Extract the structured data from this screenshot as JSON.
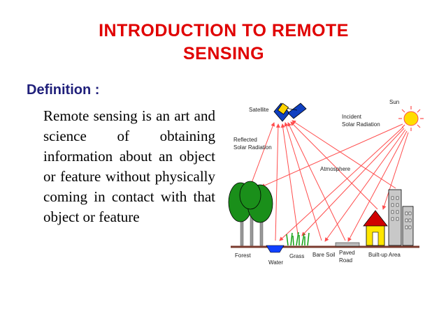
{
  "slide": {
    "title_line1": "INTRODUCTION TO REMOTE",
    "title_line2": "SENSING",
    "definition_heading": "Definition :",
    "definition_text": "Remote sensing is an art and science of obtaining information about an object or feature without physically coming in contact with that object or feature"
  },
  "diagram": {
    "labels": {
      "satellite": "Satellite",
      "sun": "Sun",
      "incident_1": "Incident",
      "incident_2": "Solar Radiation",
      "reflected_1": "Reflected",
      "reflected_2": "Solar Radiation",
      "atmosphere": "Atmosphere",
      "forest": "Forest",
      "water": "Water",
      "grass": "Grass",
      "bare_soil": "Bare Soil",
      "paved_1": "Paved",
      "paved_2": "Road",
      "built_up": "Built-up Area"
    },
    "colors": {
      "ray": "#ff4d4d",
      "title": "#e00000",
      "heading": "#1f1f7a",
      "tree": "#1a8f1a",
      "sun": "#ffdd00",
      "house": "#ffe600",
      "roof": "#d00000",
      "water": "#1040ff"
    }
  }
}
